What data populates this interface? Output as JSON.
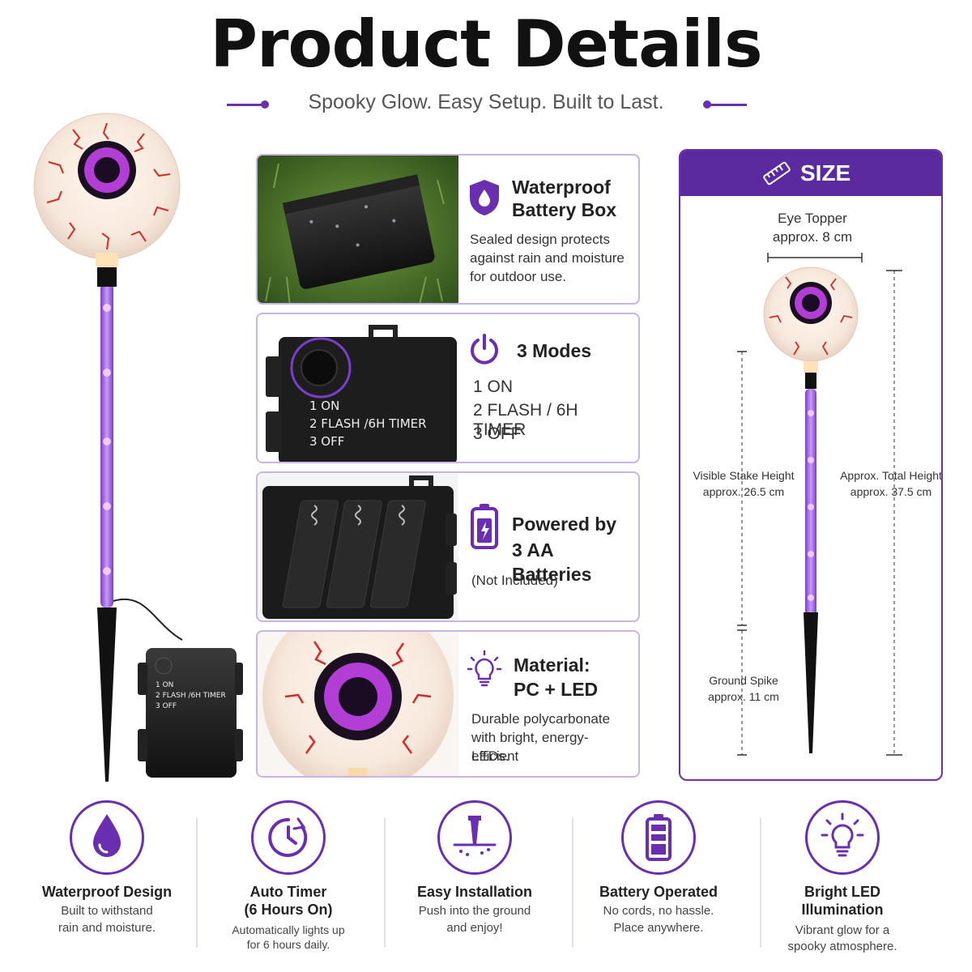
{
  "header": {
    "title": "Product Details",
    "subtitle": "Spooky Glow. Easy Setup. Built to Last."
  },
  "left_product": {
    "battery_box_modes": [
      "1 ON",
      "2 FLASH /6H TIMER",
      "3 OFF"
    ]
  },
  "cards": [
    {
      "icon": "shield-drop-icon",
      "title_lines": [
        "Waterproof",
        "Battery Box"
      ],
      "desc_lines": [
        "Sealed design protects",
        "against rain and moisture",
        "for outdoor use."
      ],
      "photo": "battery-box-on-grass-photo"
    },
    {
      "icon": "power-icon",
      "title_lines": [
        "3 Modes"
      ],
      "modes": [
        "1  ON",
        "2  FLASH / 6H TIMER",
        "3  OFF"
      ],
      "photo_modes": [
        "1 ON",
        "2 FLASH /6H TIMER",
        "3 OFF"
      ],
      "photo": "battery-box-switch-photo"
    },
    {
      "icon": "battery-icon",
      "title_lines": [
        "Powered by",
        "3 AA Batteries"
      ],
      "desc_lines": [
        "(Not Included)"
      ],
      "photo": "open-battery-compartment-photo"
    },
    {
      "icon": "bulb-icon",
      "title_lines": [
        "Material:",
        "PC + LED"
      ],
      "desc_lines": [
        "Durable polycarbonate",
        "with bright, energy-efficient",
        "LEDs."
      ],
      "photo": "eyeball-closeup-photo"
    }
  ],
  "size": {
    "icon": "ruler-icon",
    "title": "SIZE",
    "eye_topper": [
      "Eye Topper",
      "approx. 8 cm"
    ],
    "visible_stake": [
      "Visible Stake Height",
      "approx. 26.5 cm"
    ],
    "total_height": [
      "Approx. Total Height",
      "approx. 37.5 cm"
    ],
    "ground_spike": [
      "Ground Spike",
      "approx. 11 cm"
    ]
  },
  "features": [
    {
      "icon": "water-drop-icon",
      "title_lines": [
        "Waterproof Design"
      ],
      "desc_lines": [
        "Built to withstand",
        "rain and moisture."
      ]
    },
    {
      "icon": "timer-clock-icon",
      "title_lines": [
        "Auto Timer",
        "(6 Hours On)"
      ],
      "desc_lines": [
        "Automatically lights up",
        "for 6 hours daily."
      ]
    },
    {
      "icon": "ground-stake-icon",
      "title_lines": [
        "Easy Installation"
      ],
      "desc_lines": [
        "Push into the ground",
        "and enjoy!"
      ]
    },
    {
      "icon": "battery-full-icon",
      "title_lines": [
        "Battery Operated"
      ],
      "desc_lines": [
        "No cords, no hassle.",
        "Place anywhere."
      ]
    },
    {
      "icon": "led-bulb-icon",
      "title_lines": [
        "Bright LED",
        "Illumination"
      ],
      "desc_lines": [
        "Vibrant glow for a",
        "spooky atmosphere."
      ]
    }
  ],
  "colors": {
    "accent_purple": "#6a2fb0",
    "header_purple": "#5b2a9e",
    "card_border": "#c9b4e6",
    "stake_purple": "#9b5de5",
    "iris_purple": "#b23ed6"
  }
}
